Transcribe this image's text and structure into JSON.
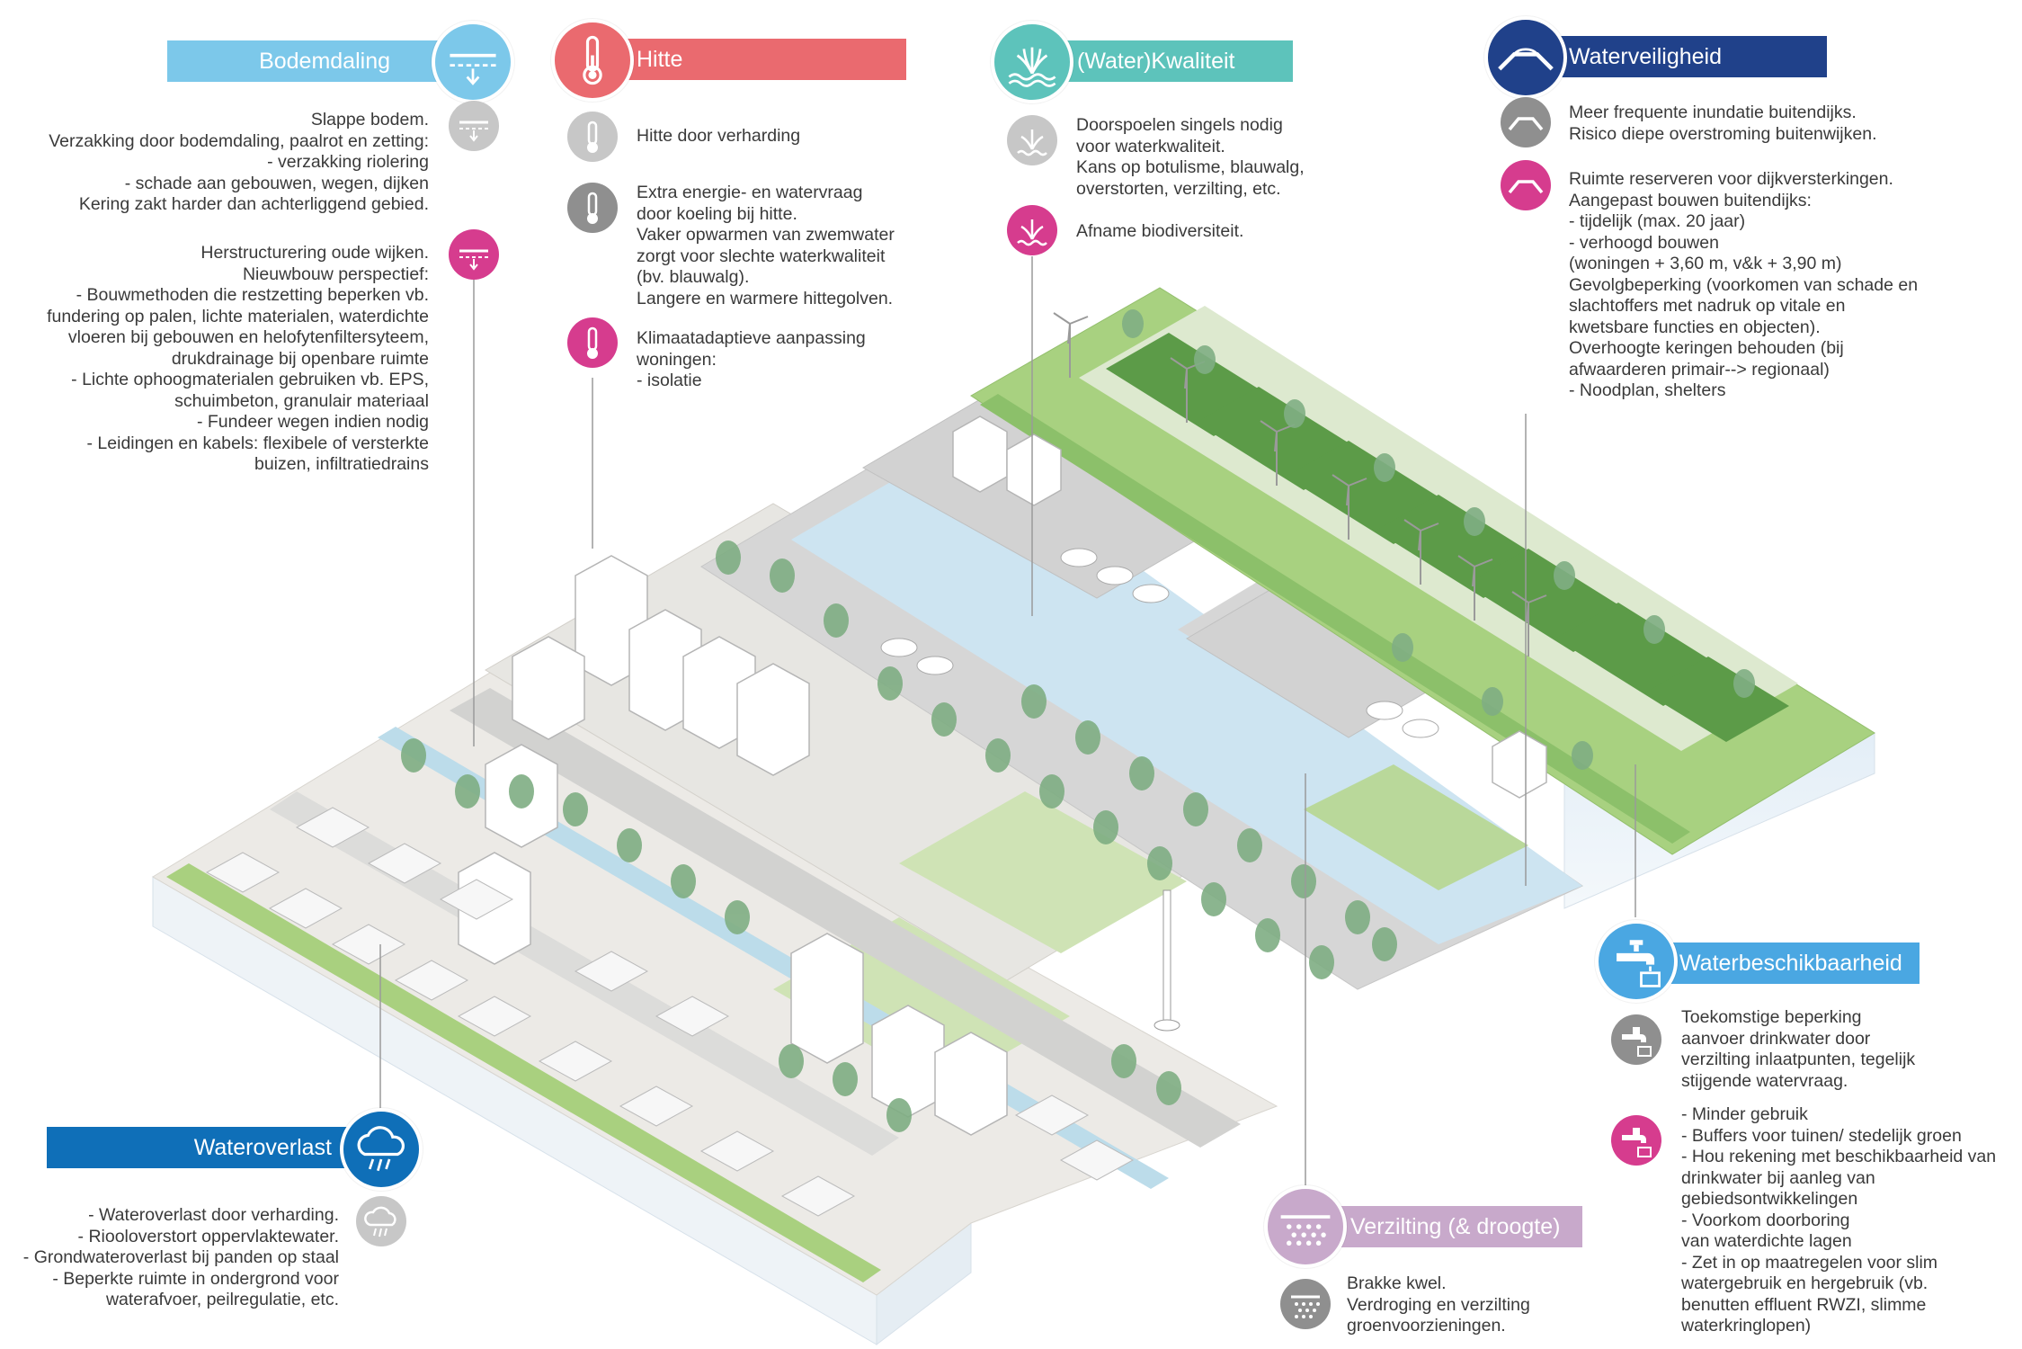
{
  "categories": [
    {
      "key": "bodemdaling",
      "title": "Bodemdaling",
      "color": "#7cc8ea",
      "icon": "ground-subsidence-icon",
      "items": [
        {
          "tone": "grey",
          "text": "Slappe bodem.\nVerzakking door bodemdaling, paalrot en zetting:\n- verzakking riolering\n- schade aan gebouwen, wegen, dijken\nKering zakt harder dan achterliggend gebied."
        },
        {
          "tone": "pink",
          "text": "Herstructurering oude wijken.\nNieuwbouw perspectief:\n- Bouwmethoden die restzetting beperken vb.\nfundering op palen, lichte materialen, waterdichte\nvloeren bij gebouwen en helofytenfiltersyteem,\ndrukdrainage bij openbare ruimte\n- Lichte ophoogmaterialen gebruiken vb. EPS,\nschuimbeton, granulair materiaal\n- Fundeer wegen indien nodig\n- Leidingen en kabels: flexibele of versterkte\nbuizen, infiltratiedrains"
        }
      ]
    },
    {
      "key": "hitte",
      "title": "Hitte",
      "color": "#ea6a6f",
      "icon": "thermometer-icon",
      "items": [
        {
          "tone": "lightgrey",
          "text": "Hitte door verharding"
        },
        {
          "tone": "grey",
          "text": "Extra energie- en watervraag\ndoor koeling bij hitte.\nVaker opwarmen van zwemwater\nzorgt voor slechte waterkwaliteit\n(bv. blauwalg).\nLangere en warmere hittegolven."
        },
        {
          "tone": "pink",
          "text": "Klimaatadaptieve aanpassing\nwoningen:\n- isolatie"
        }
      ]
    },
    {
      "key": "waterkwaliteit",
      "title": "(Water)Kwaliteit",
      "color": "#5dc3bb",
      "icon": "water-plant-icon",
      "items": [
        {
          "tone": "lightgrey",
          "text": "Doorspoelen singels nodig\nvoor waterkwaliteit.\nKans op botulisme, blauwalg,\noverstorten, verzilting, etc."
        },
        {
          "tone": "pink",
          "text": "Afname biodiversiteit."
        }
      ]
    },
    {
      "key": "waterveiligheid",
      "title": "Waterveiligheid",
      "color": "#20418a",
      "icon": "dike-icon",
      "items": [
        {
          "tone": "grey",
          "text": "Meer frequente inundatie buitendijks.\nRisico diepe overstroming buitenwijken."
        },
        {
          "tone": "pink",
          "text": "Ruimte reserveren voor dijkversterkingen.\nAangepast bouwen buitendijks:\n- tijdelijk (max. 20 jaar)\n- verhoogd bouwen\n  (woningen + 3,60 m, v&k + 3,90 m)\nGevolgbeperking (voorkomen van schade en\nslachtoffers met nadruk op vitale en\nkwetsbare functies en objecten).\nOverhoogte keringen behouden (bij\nafwaarderen primair--> regionaal)\n- Noodplan, shelters"
        }
      ]
    },
    {
      "key": "wateroverlast",
      "title": "Wateroverlast",
      "color": "#0f6fb8",
      "icon": "rain-cloud-icon",
      "items": [
        {
          "tone": "lightgrey",
          "text": "- Wateroverlast door verharding.\n- Riooloverstort oppervlaktewater.\n- Grondwateroverlast bij panden op staal\n- Beperkte ruimte in ondergrond voor\nwaterafvoer, peilregulatie, etc."
        }
      ]
    },
    {
      "key": "verzilting",
      "title": "Verzilting (& droogte)",
      "color": "#c8a9cb",
      "icon": "salt-icon",
      "items": [
        {
          "tone": "grey",
          "text": "Brakke kwel.\nVerdroging en verzilting\ngroenvoorzieningen."
        }
      ]
    },
    {
      "key": "waterbeschikbaarheid",
      "title": "Waterbeschikbaarheid",
      "color": "#4aa7e2",
      "icon": "water-tap-icon",
      "items": [
        {
          "tone": "grey",
          "text": "Toekomstige beperking\naanvoer drinkwater door\nverzilting inlaatpunten, tegelijk\nstijgende watervraag."
        },
        {
          "tone": "pink",
          "text": "- Minder gebruik\n- Buffers voor tuinen/ stedelijk groen\n- Hou rekening met beschikbaarheid van\ndrinkwater bij aanleg van\ngebiedsontwikkelingen\n- Voorkom doorboring\nvan waterdichte lagen\n- Zet in op maatregelen voor slim\nwatergebruik en hergebruik (vb.\nbenutten effluent RWZI, slimme\nwaterkringlopen)"
        }
      ]
    }
  ],
  "tones": {
    "grey": "#8f8f8f",
    "lightgrey": "#c7c7c7",
    "pink": "#d63c8e"
  },
  "landscape": {
    "water": "#cfe6f3",
    "grass": "#a6cf7d",
    "field": "#5f9e4a",
    "road": "#d4d4d4",
    "tree": "#7fae83"
  }
}
